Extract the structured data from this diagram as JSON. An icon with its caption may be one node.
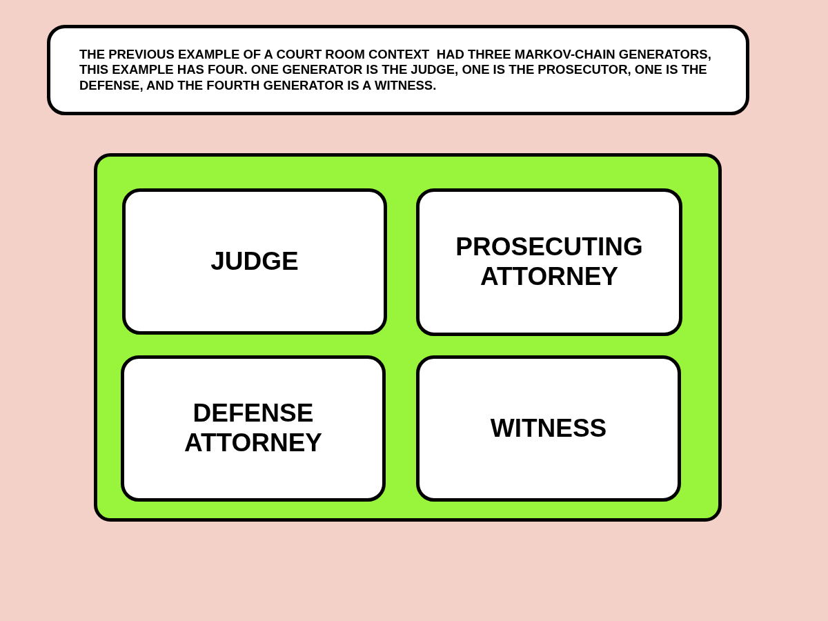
{
  "diagram": {
    "nodes": [
      {
        "text": [
          "THE PREVIOUS EXAMPLE OF A COURT ROOM CONTEXT  HAD THREE MARKOV-CHAIN GENERATORS, THIS EXAMPLE HAS FOUR. ONE GENERATOR IS THE JUDGE, ONE IS THE PROSECUTOR, ONE IS THE DEFENSE, AND THE FOURTH GENERATOR IS A WITNESS."
        ]
      },
      {
        "text": [],
        "shape": "box"
      },
      {
        "text": [
          "JUDGE"
        ],
        "in": 1
      },
      {
        "text": [
          "PROSECUTING ATTORNEY"
        ],
        "in": 1
      },
      {
        "text": [
          "DEFENSE ATTORNEY"
        ],
        "in": 1
      },
      {
        "text": [
          "WITNESS"
        ],
        "in": 1
      }
    ]
  }
}
